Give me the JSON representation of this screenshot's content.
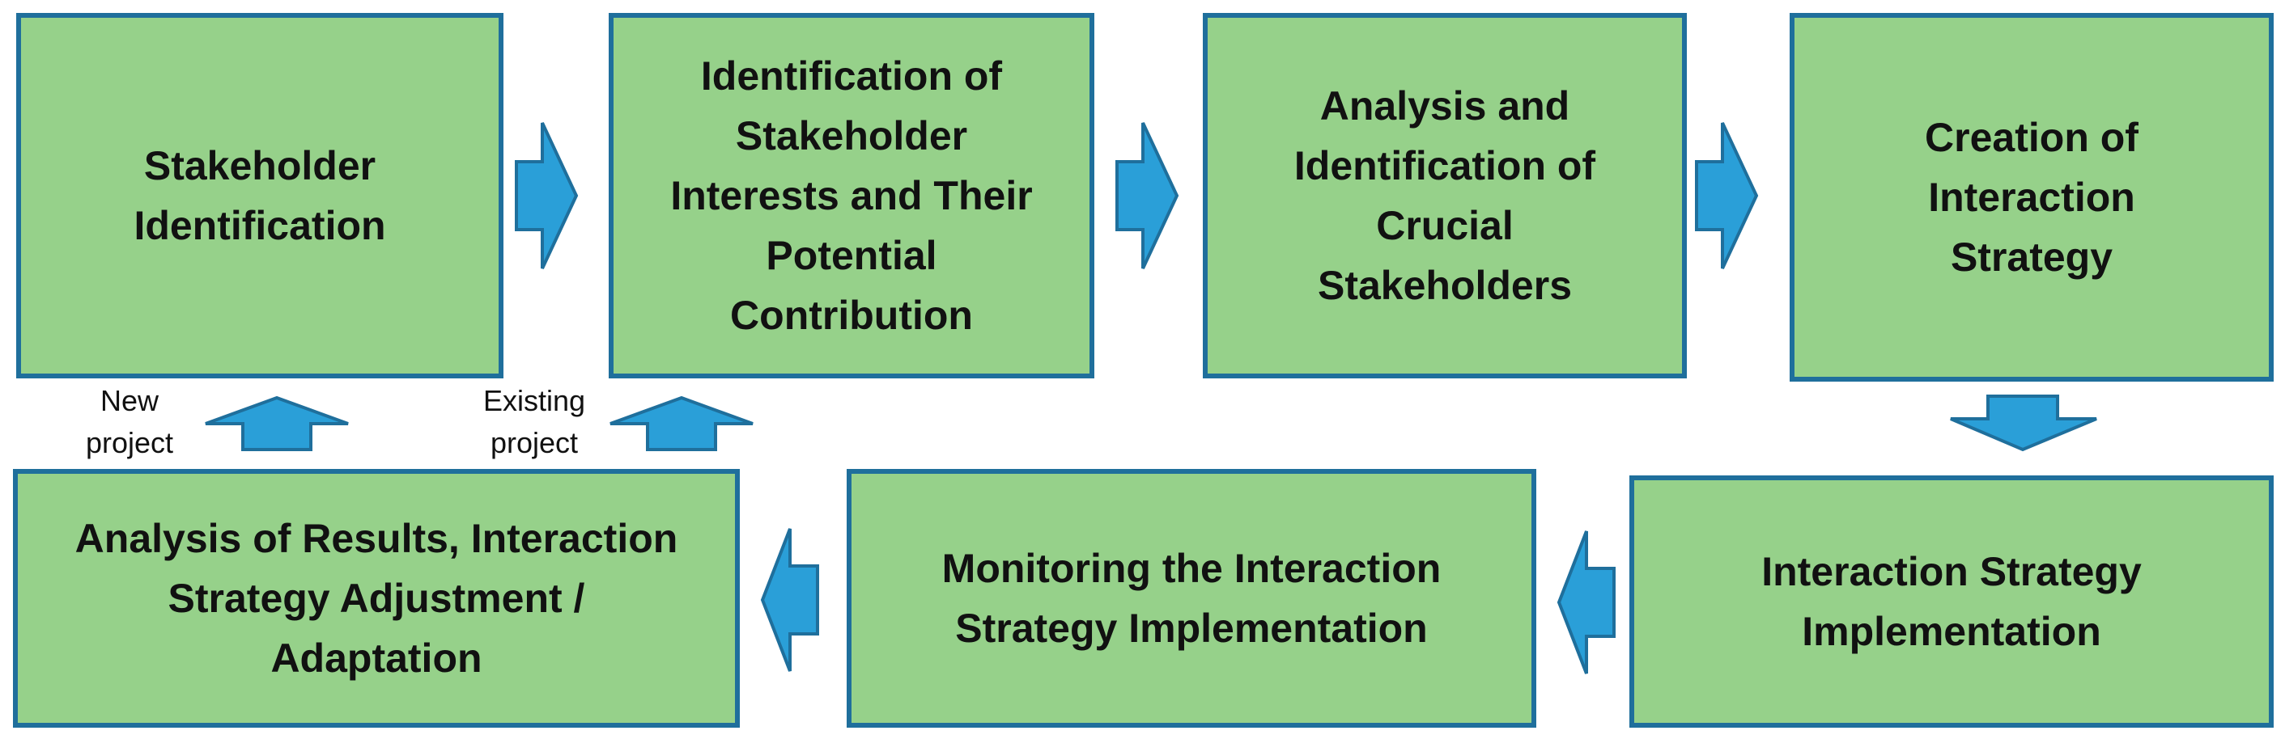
{
  "colors": {
    "box_fill": "#96d18a",
    "box_border": "#1f6f9c",
    "arrow_fill": "#2a9fd8"
  },
  "boxes": {
    "stakeholder_identification": "Stakeholder\nIdentification",
    "identification_of_interests": "Identification of\nStakeholder\nInterests and Their\nPotential\nContribution",
    "analysis_crucial": "Analysis and\nIdentification of\nCrucial\nStakeholders",
    "creation_strategy": "Creation of\nInteraction\nStrategy",
    "strategy_implementation": "Interaction Strategy\nImplementation",
    "monitoring": "Monitoring the Interaction\nStrategy Implementation",
    "analysis_results": "Analysis of Results, Interaction\nStrategy Adjustment /\nAdaptation"
  },
  "notes": {
    "new_project": "New\nproject",
    "existing_project": "Existing\nproject"
  }
}
